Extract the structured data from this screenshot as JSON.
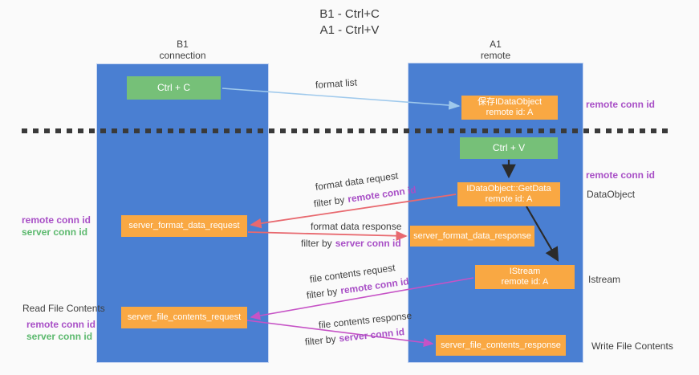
{
  "title": {
    "line1": "B1 - Ctrl+C",
    "line2": "A1 - Ctrl+V"
  },
  "left_column": {
    "name": "B1",
    "role": "connection"
  },
  "right_column": {
    "name": "A1",
    "role": "remote"
  },
  "nodes": {
    "ctrl_c": "Ctrl + C",
    "ctrl_v": "Ctrl + V",
    "save_idataobject_line1": "保存IDataObject",
    "save_idataobject_line2": "remote id: A",
    "getdata_line1": "IDataObject::GetData",
    "getdata_line2": "remote id: A",
    "istream_line1": "IStream",
    "istream_line2": "remote id: A",
    "server_format_data_request": "server_format_data_request",
    "server_format_data_response": "server_format_data_response",
    "server_file_contents_request": "server_file_contents_request",
    "server_file_contents_response": "server_file_contents_response"
  },
  "labels": {
    "format_list": "format list",
    "format_data_request": "format data request",
    "format_data_response": "format data response",
    "file_contents_request": "file contents request",
    "file_contents_response": "file contents response",
    "filter_by": "filter by",
    "remote_conn_id": "remote conn id",
    "server_conn_id": "server conn id",
    "dataobject": "DataObject",
    "istream": "Istream",
    "read_file_contents": "Read File Contents",
    "write_file_contents": "Write File Contents"
  },
  "colors": {
    "column_blue": "#4a7fd2",
    "node_orange": "#f9a843",
    "node_green": "#76c078",
    "arrow_lightblue": "#9fc9ec",
    "arrow_red": "#e8696f",
    "arrow_magenta": "#c653c6",
    "arrow_black": "#2b2b2b",
    "remote_conn_id_text": "#a84fc6",
    "server_conn_id_text": "#5cb96e"
  }
}
